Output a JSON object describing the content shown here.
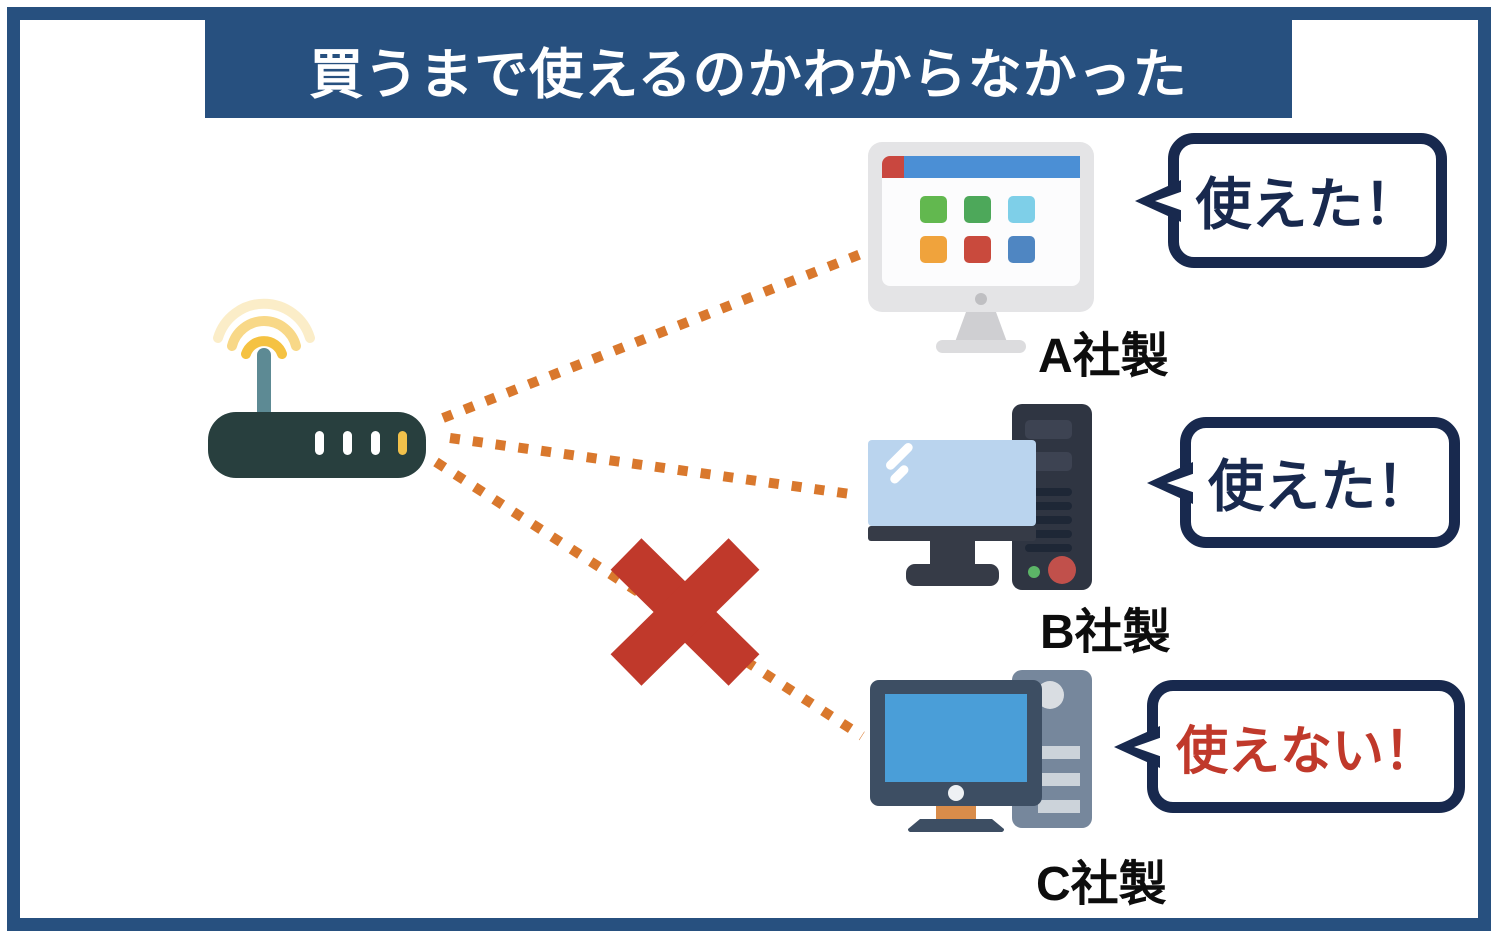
{
  "title": "買うまで使えるのかわからなかった",
  "colors": {
    "frame": "#27507f",
    "banner": "#27507f",
    "bubble_border": "#18294e",
    "ok_text": "#18294e",
    "ng_text": "#c0392b",
    "line": "#d9782d",
    "cross": "#c0392b",
    "router_body": "#283f3e",
    "router_antenna": "#5d8a94",
    "wifi_inner": "#f5c242",
    "wifi_middle": "#f8d888",
    "wifi_outer": "#fbedc8"
  },
  "router": {
    "name": "wifi-router"
  },
  "devices": [
    {
      "label": "A社製",
      "bubble_text": "使えた！",
      "status": "connected"
    },
    {
      "label": "B社製",
      "bubble_text": "使えた！",
      "status": "connected"
    },
    {
      "label": "C社製",
      "bubble_text": "使えない！",
      "status": "not_connected"
    }
  ]
}
